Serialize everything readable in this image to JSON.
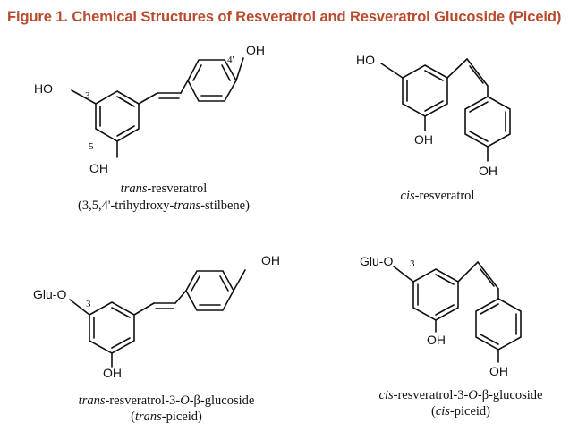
{
  "title": "Figure 1. Chemical Structures of Resveratrol and Resveratrol Glucoside (Piceid)",
  "colors": {
    "title": "#b94a2c",
    "structure": "#111111"
  },
  "structures": [
    {
      "id": "trans-resveratrol",
      "labels": {
        "oh_top": "OH",
        "ho_left": "HO",
        "oh_bottom": "OH",
        "n3": "3",
        "n5": "5",
        "n4p": "4'"
      },
      "caption_line1": {
        "italic": "trans",
        "rest": "-resveratrol"
      },
      "caption_line2": {
        "pre": "(3,5,4'-trihydroxy-",
        "italic": "trans",
        "post": "-stilbene)"
      }
    },
    {
      "id": "cis-resveratrol",
      "labels": {
        "ho_top": "HO",
        "oh_mid": "OH",
        "oh_bottom": "OH"
      },
      "caption_line1": {
        "italic": "cis",
        "rest": "-resveratrol"
      }
    },
    {
      "id": "trans-piceid",
      "labels": {
        "oh_top": "OH",
        "gluo": "Glu-O",
        "oh_bottom": "OH",
        "n3": "3"
      },
      "caption_line1": {
        "italic": "trans",
        "pre": "-resveratrol-3-",
        "o": "O",
        "post": "-β-glucoside"
      },
      "caption_line2": {
        "open": "(",
        "italic": "trans",
        "close": "-piceid)"
      }
    },
    {
      "id": "cis-piceid",
      "labels": {
        "gluo": "Glu-O",
        "oh_mid": "OH",
        "oh_bottom": "OH",
        "n3": "3"
      },
      "caption_line1": {
        "italic": "cis",
        "pre": "-resveratrol-3-",
        "o": "O",
        "post": "-β-glucoside"
      },
      "caption_line2": {
        "open": "(",
        "italic": "cis",
        "close": "-piceid)"
      }
    }
  ]
}
